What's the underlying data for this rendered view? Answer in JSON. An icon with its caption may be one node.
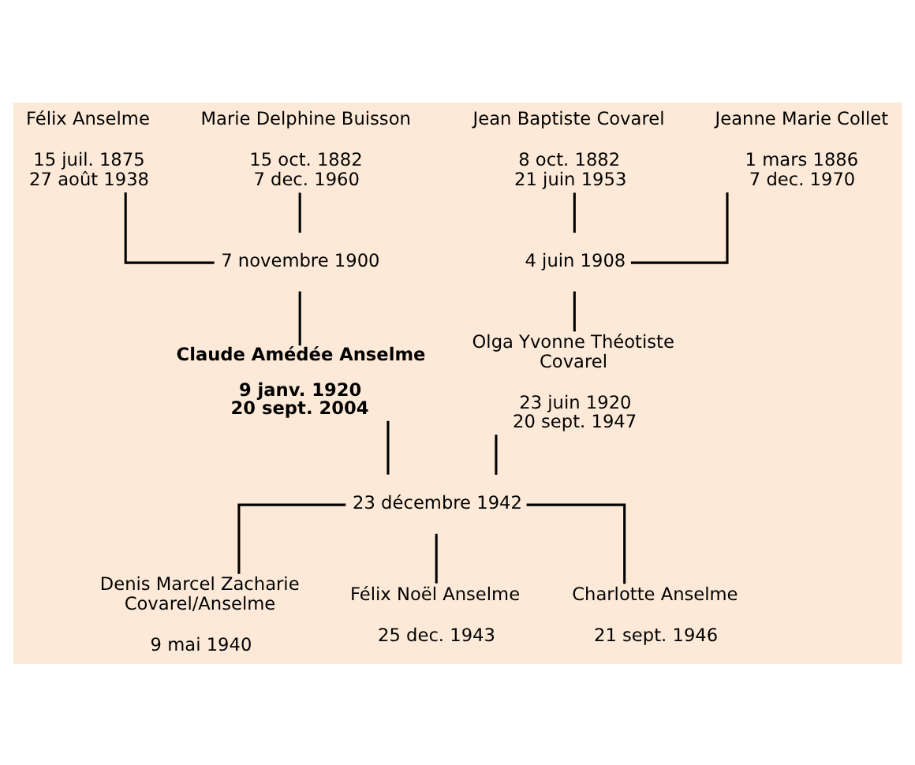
{
  "diagram": {
    "nodes": [
      {
        "text": [
          "Félix Anselme",
          "15 juil. 1875 27 août 1938"
        ]
      },
      {
        "text": [
          "Marie Delphine Buisson",
          "15 oct. 1882 7 dec. 1960"
        ]
      },
      {
        "text": [
          "Jean Baptiste Covarel",
          "8 oct. 1882 21 juin 1953"
        ]
      },
      {
        "text": [
          "Jeanne Marie Collet",
          "1 mars 1886 7 dec. 1970"
        ]
      },
      {
        "text": [
          "7 novembre 1900"
        ]
      },
      {
        "text": [
          "4 juin 1908"
        ]
      },
      {
        "text": [
          "Claude Amédée Anselme",
          "9 janv. 1920 20 sept. 2004"
        ]
      },
      {
        "text": [
          "Olga Yvonne Théotiste Covarel",
          "23 juin 1920 20 sept. 1947"
        ]
      },
      {
        "text": [
          "23 décembre 1942"
        ]
      },
      {
        "text": [
          "Denis Marcel Zacharie Covarel/Anselme",
          "9 mai 1940"
        ]
      },
      {
        "text": [
          "Félix Noël Anselme",
          "25 dec. 1943"
        ]
      },
      {
        "text": [
          "Charlotte Anselme",
          "21 sept. 1946"
        ]
      }
    ],
    "edges": [
      {
        "from": 0,
        "to": 4,
        "arrow": "none"
      },
      {
        "from": 1,
        "to": 4,
        "arrow": "none"
      },
      {
        "from": 4,
        "to": 6,
        "arrow": "none"
      },
      {
        "from": 2,
        "to": 5,
        "arrow": "none"
      },
      {
        "from": 3,
        "to": 5,
        "arrow": "none"
      },
      {
        "from": 5,
        "to": 7,
        "arrow": "none"
      },
      {
        "from": 6,
        "to": 8,
        "arrow": "none"
      },
      {
        "from": 7,
        "to": 8,
        "arrow": "none"
      },
      {
        "from": 8,
        "to": 9,
        "arrow": "none"
      },
      {
        "from": 8,
        "to": 10,
        "arrow": "none"
      },
      {
        "from": 8,
        "to": 11,
        "arrow": "none"
      }
    ]
  }
}
